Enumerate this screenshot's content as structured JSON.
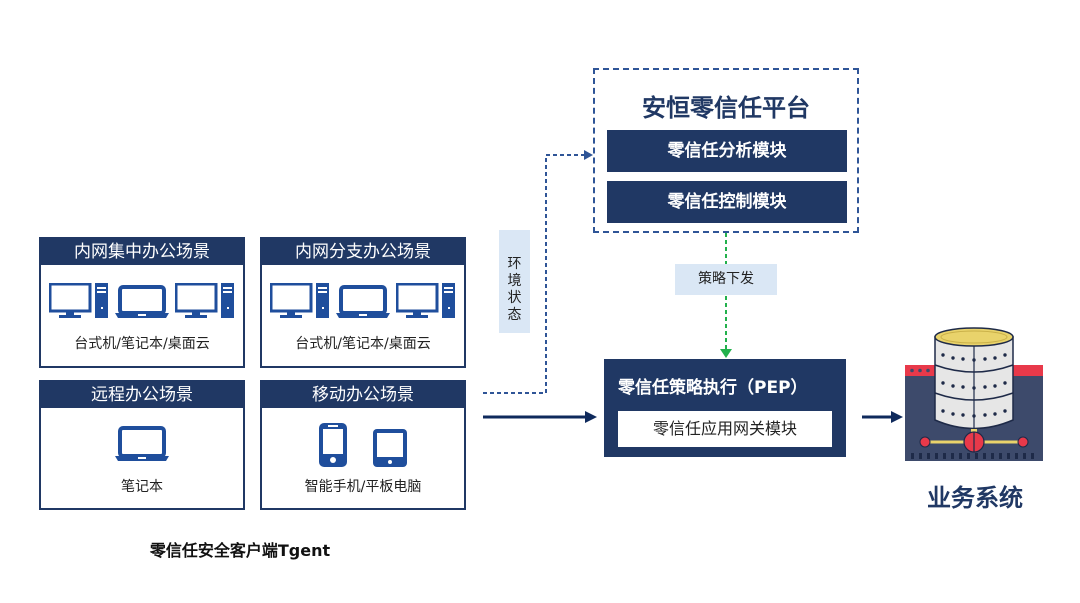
{
  "scenarios": [
    {
      "title": "内网集中办公场景",
      "caption": "台式机/笔记本/桌面云",
      "devices": [
        "desktop-icon",
        "laptop-icon",
        "desktop-icon"
      ]
    },
    {
      "title": "内网分支办公场景",
      "caption": "台式机/笔记本/桌面云",
      "devices": [
        "desktop-icon",
        "laptop-icon",
        "desktop-icon"
      ]
    },
    {
      "title": "远程办公场景",
      "caption": "笔记本",
      "devices": [
        "laptop-icon"
      ]
    },
    {
      "title": "移动办公场景",
      "caption": "智能手机/平板电脑",
      "devices": [
        "smartphone-icon",
        "tablet-icon"
      ]
    }
  ],
  "client_label": "零信任安全客户端Tgent",
  "platform": {
    "title": "安恒零信任平台",
    "modules": [
      "零信任分析模块",
      "零信任控制模块"
    ]
  },
  "env_status_label": "环境状态",
  "env_status_chars": [
    "环",
    "境",
    "状",
    "态"
  ],
  "policy_label": "策略下发",
  "pep": {
    "title": "零信任策略执行（PEP）",
    "module": "零信任应用网关模块"
  },
  "business_system": {
    "label": "业务系统",
    "icon": "database-server-icon"
  },
  "colors": {
    "navy": "#203864",
    "device_blue": "#1f4e9c",
    "dashed_blue": "#2f5597",
    "policy_green": "#22b14c",
    "label_bg": "#dae7f5",
    "accent_red": "#e8394a",
    "db_gold": "#e9d36b"
  }
}
